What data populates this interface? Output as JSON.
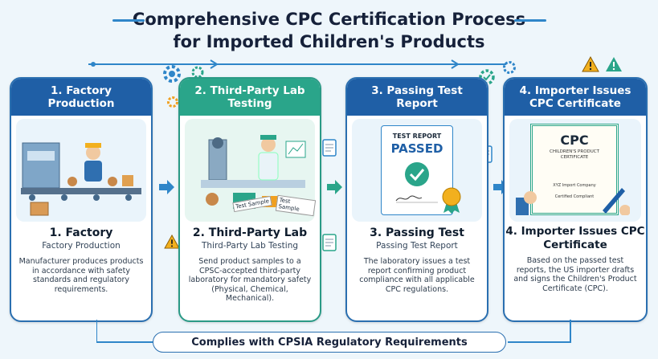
{
  "title": {
    "line1": "Comprehensive CPC Certification Process",
    "line2": "for Imported Children's Products"
  },
  "steps": [
    {
      "header": "1. Factory Production",
      "title": "1. Factory",
      "subtitle": "Factory Production",
      "description": "Manufacturer produces products in accordance with safety standards and regulatory requirements."
    },
    {
      "header": "2. Third-Party Lab Testing",
      "title": "2. Third-Party Lab",
      "subtitle": "Third-Party Lab Testing",
      "description": "Send product samples to a CPSC-accepted third-party laboratory for mandatory safety (Physical, Chemical, Mechanical).",
      "sample_label_1": "Test Sample",
      "sample_label_2": "Test Sample"
    },
    {
      "header": "3. Passing Test Report",
      "title": "3. Passing Test",
      "subtitle": "Passing Test Report",
      "description": "The laboratory issues a test report confirming product compliance with all applicable CPC regulations.",
      "doc_heading": "TEST REPORT",
      "doc_stamp": "PASSED"
    },
    {
      "header": "4. Importer Issues CPC Certificate",
      "title": "4. Importer Issues CPC Certificate",
      "subtitle": "",
      "description": "Based on the passed test reports, the US importer drafts and signs the Children's Product Certificate (CPC).",
      "cert_heading": "CPC",
      "cert_sub": "CHILDREN'S PRODUCT CERTIFICATE",
      "cert_line1": "XYZ Import Company",
      "cert_line2": "Certified Compliant"
    }
  ],
  "footer": "Complies with CPSIA Regulatory Requirements",
  "colors": {
    "blue": "#1f5fa6",
    "teal": "#2aa58a",
    "warning": "#f2b01e"
  }
}
